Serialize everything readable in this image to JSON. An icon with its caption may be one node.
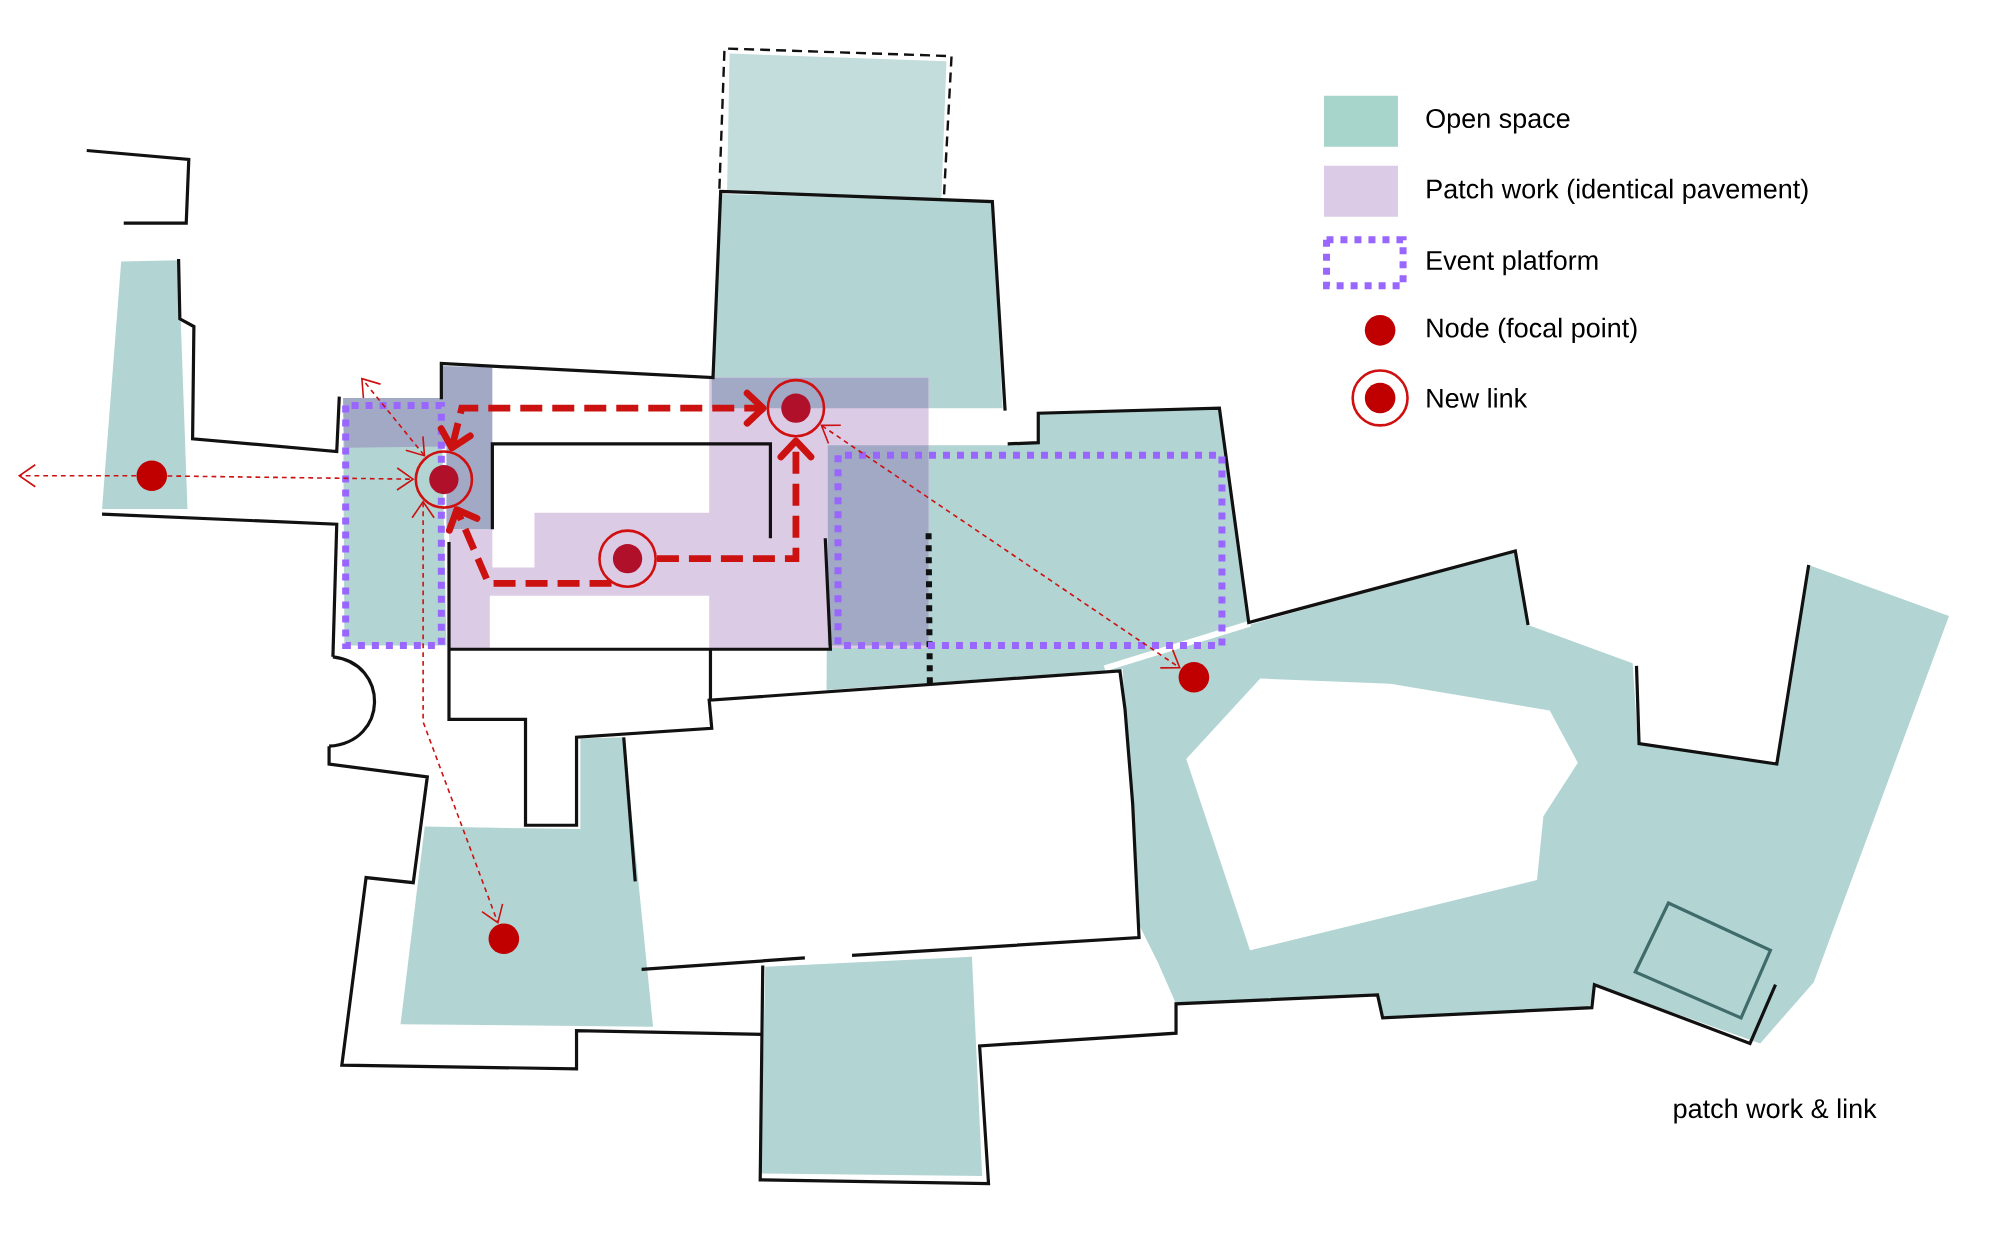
{
  "diagram": {
    "caption": "patch work & link",
    "nodes": [
      {
        "text": [],
        "shape": "circle"
      },
      {
        "text": [],
        "shape": "ring"
      },
      {
        "text": [],
        "shape": "ring"
      },
      {
        "text": [],
        "shape": "ring"
      },
      {
        "text": [],
        "shape": "circle"
      },
      {
        "text": [],
        "shape": "circle"
      }
    ],
    "edges": [
      {
        "from": 0,
        "to": null,
        "arrow": "to",
        "style": "dashed"
      },
      {
        "from": 0,
        "to": 1,
        "arrow": "to",
        "style": "dashed"
      },
      {
        "from": 1,
        "to": null,
        "arrow": "both",
        "style": "dashed"
      },
      {
        "from": 1,
        "to": 4,
        "arrow": "both",
        "style": "dashed"
      },
      {
        "from": 2,
        "to": 5,
        "arrow": "both",
        "style": "dashed"
      },
      {
        "from": 1,
        "to": 2,
        "arrow": "both",
        "style": "dashed"
      },
      {
        "from": 3,
        "to": 2,
        "arrow": "to",
        "style": "dashed"
      },
      {
        "from": 3,
        "to": 1,
        "arrow": "to",
        "style": "dashed"
      }
    ],
    "legend": [
      {
        "text": "Open space",
        "color": "#a8d5cb"
      },
      {
        "text": "Patch work (identical pavement)",
        "color": "#dccbe6"
      },
      {
        "text": "Event platform"
      },
      {
        "text": "Node (focal point)"
      },
      {
        "text": "New link"
      }
    ]
  }
}
